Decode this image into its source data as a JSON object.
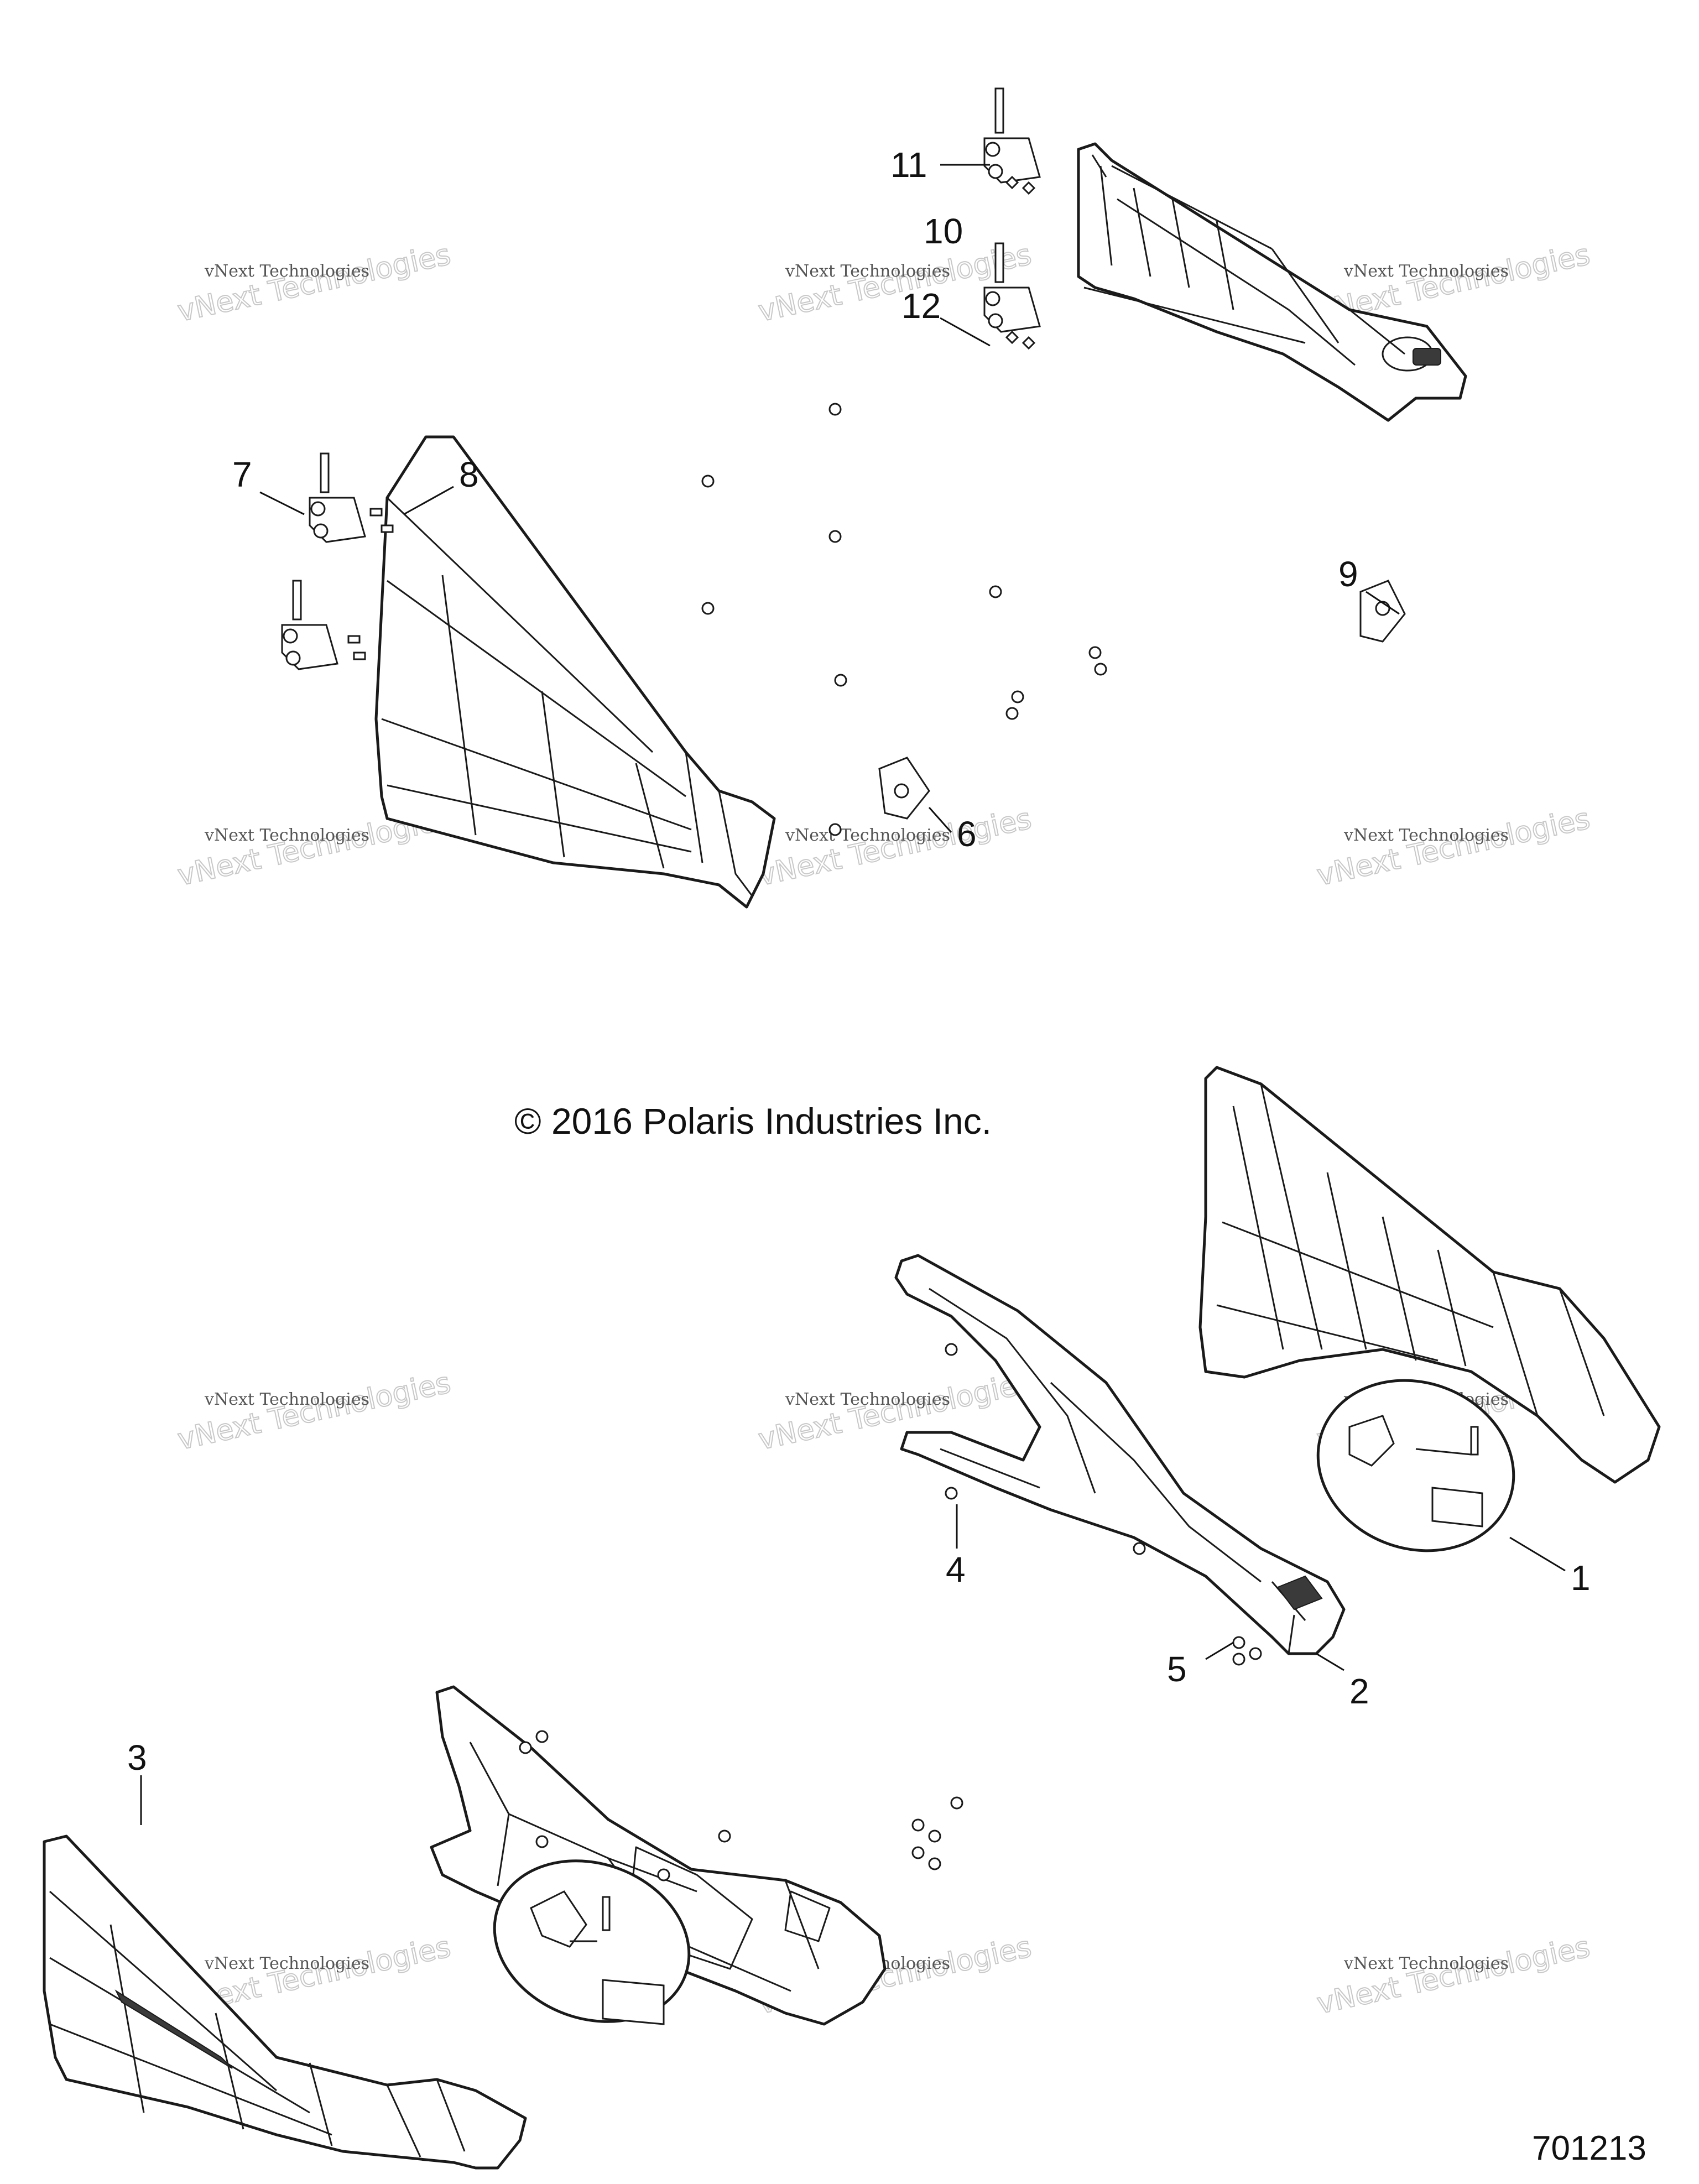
{
  "copyright": "© 2016 Polaris Industries Inc.",
  "figure_number": "701213",
  "watermark": {
    "line1": "vNext Technologies",
    "line2": "vNext Technologies"
  },
  "callouts": {
    "c1": "1",
    "c2": "2",
    "c3": "3",
    "c4": "4",
    "c5": "5",
    "c6": "6",
    "c7": "7",
    "c8": "8",
    "c9": "9",
    "c10": "10",
    "c11": "11",
    "c12": "12"
  }
}
